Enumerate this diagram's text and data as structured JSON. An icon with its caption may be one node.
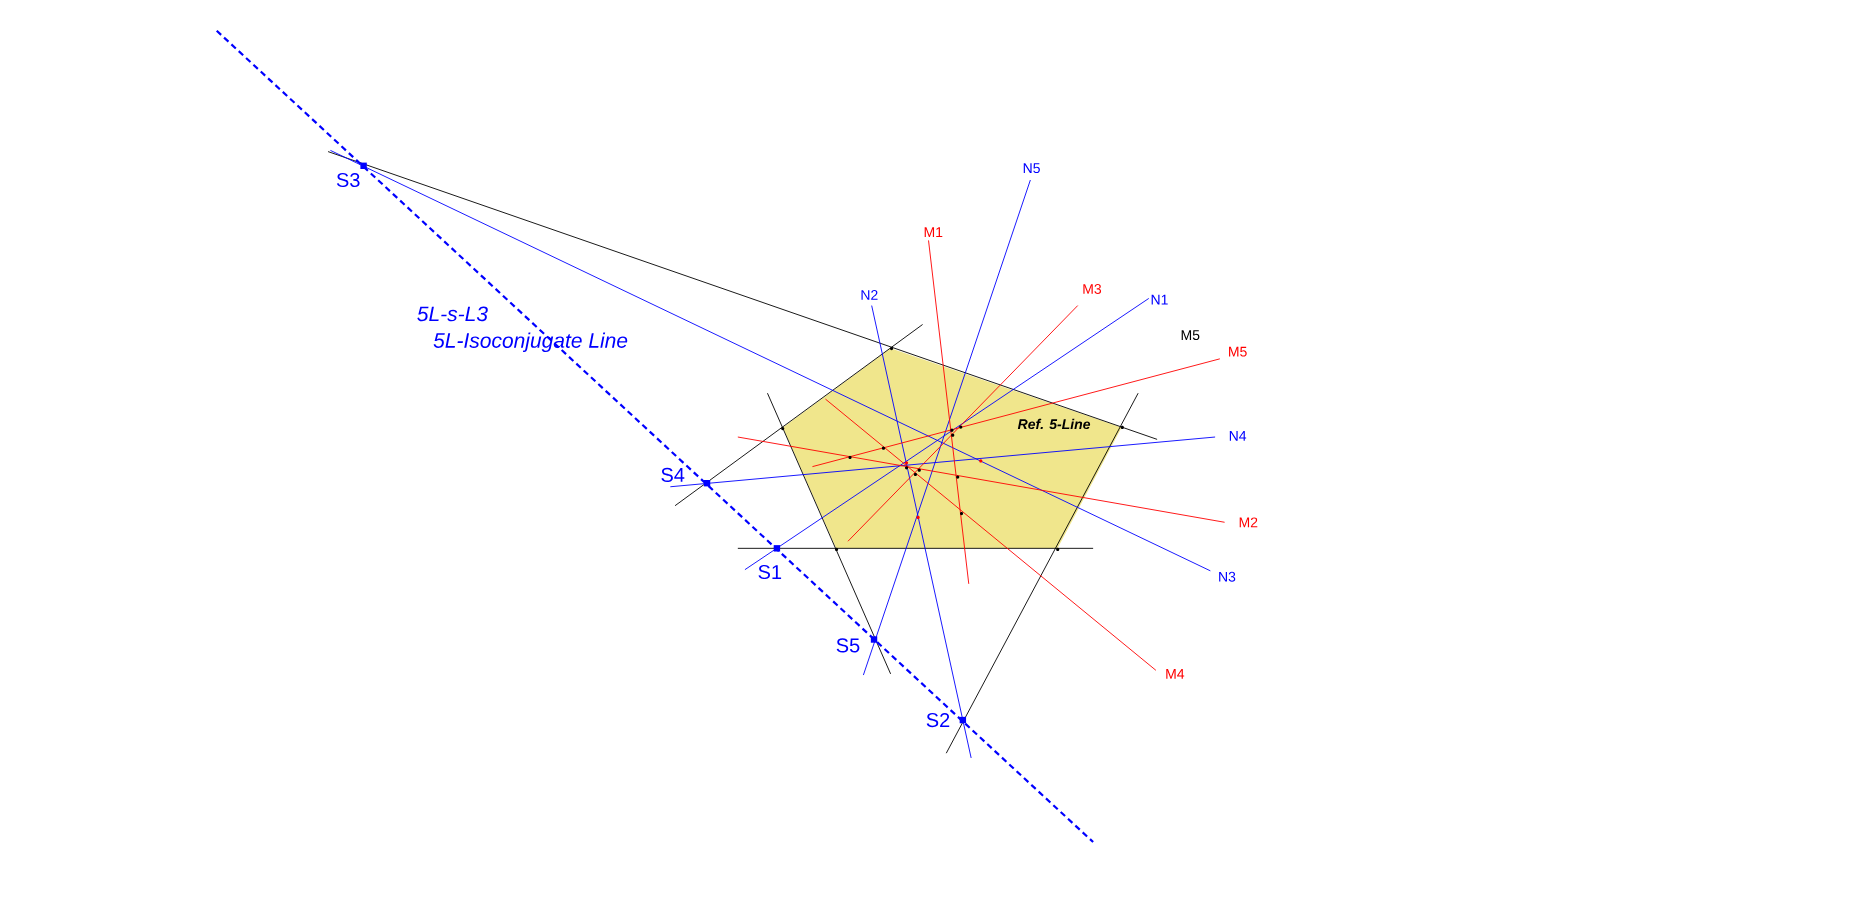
{
  "diagram": {
    "nodes": [
      {
        "text": [
          "Ref. 5-Line"
        ]
      }
    ],
    "labels": [
      "S3",
      "5L-s-L3",
      "5L-Isoconjugate Line",
      "N5",
      "M1",
      "N2",
      "M3",
      "N1",
      "M5",
      "M5",
      "N4",
      "S4",
      "M2",
      "S1",
      "N3",
      "S5",
      "M4",
      "S2"
    ]
  }
}
